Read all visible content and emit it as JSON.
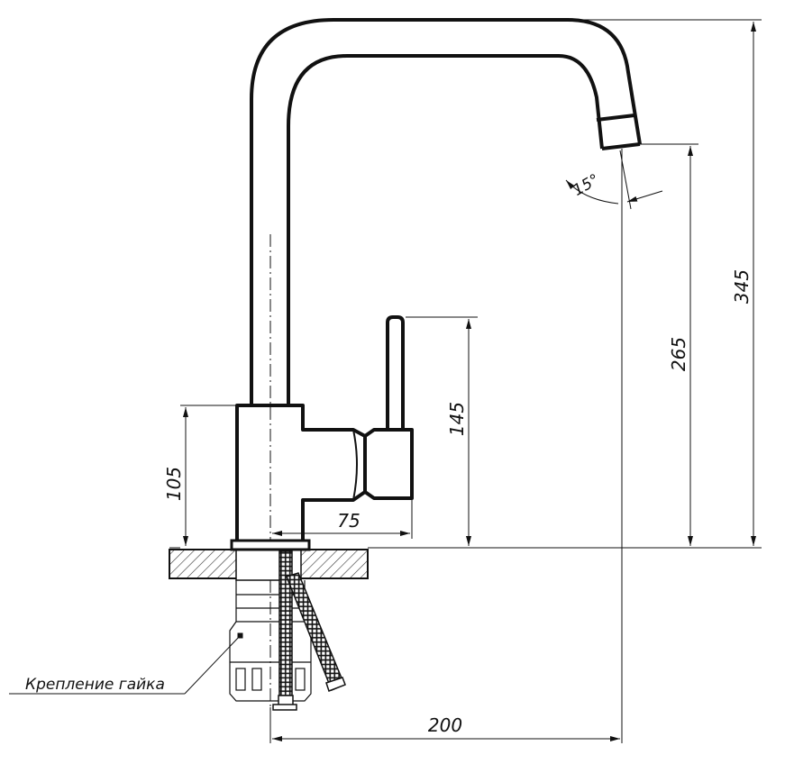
{
  "dimensions": {
    "height_total": "345",
    "height_spout": "265",
    "height_handle": "145",
    "height_body": "105",
    "handle_offset": "75",
    "spout_reach": "200",
    "spout_angle": "15°"
  },
  "note": "Крепление гайка",
  "colors": {
    "line": "#111111",
    "hatch": "#333333",
    "paper": "#ffffff"
  }
}
